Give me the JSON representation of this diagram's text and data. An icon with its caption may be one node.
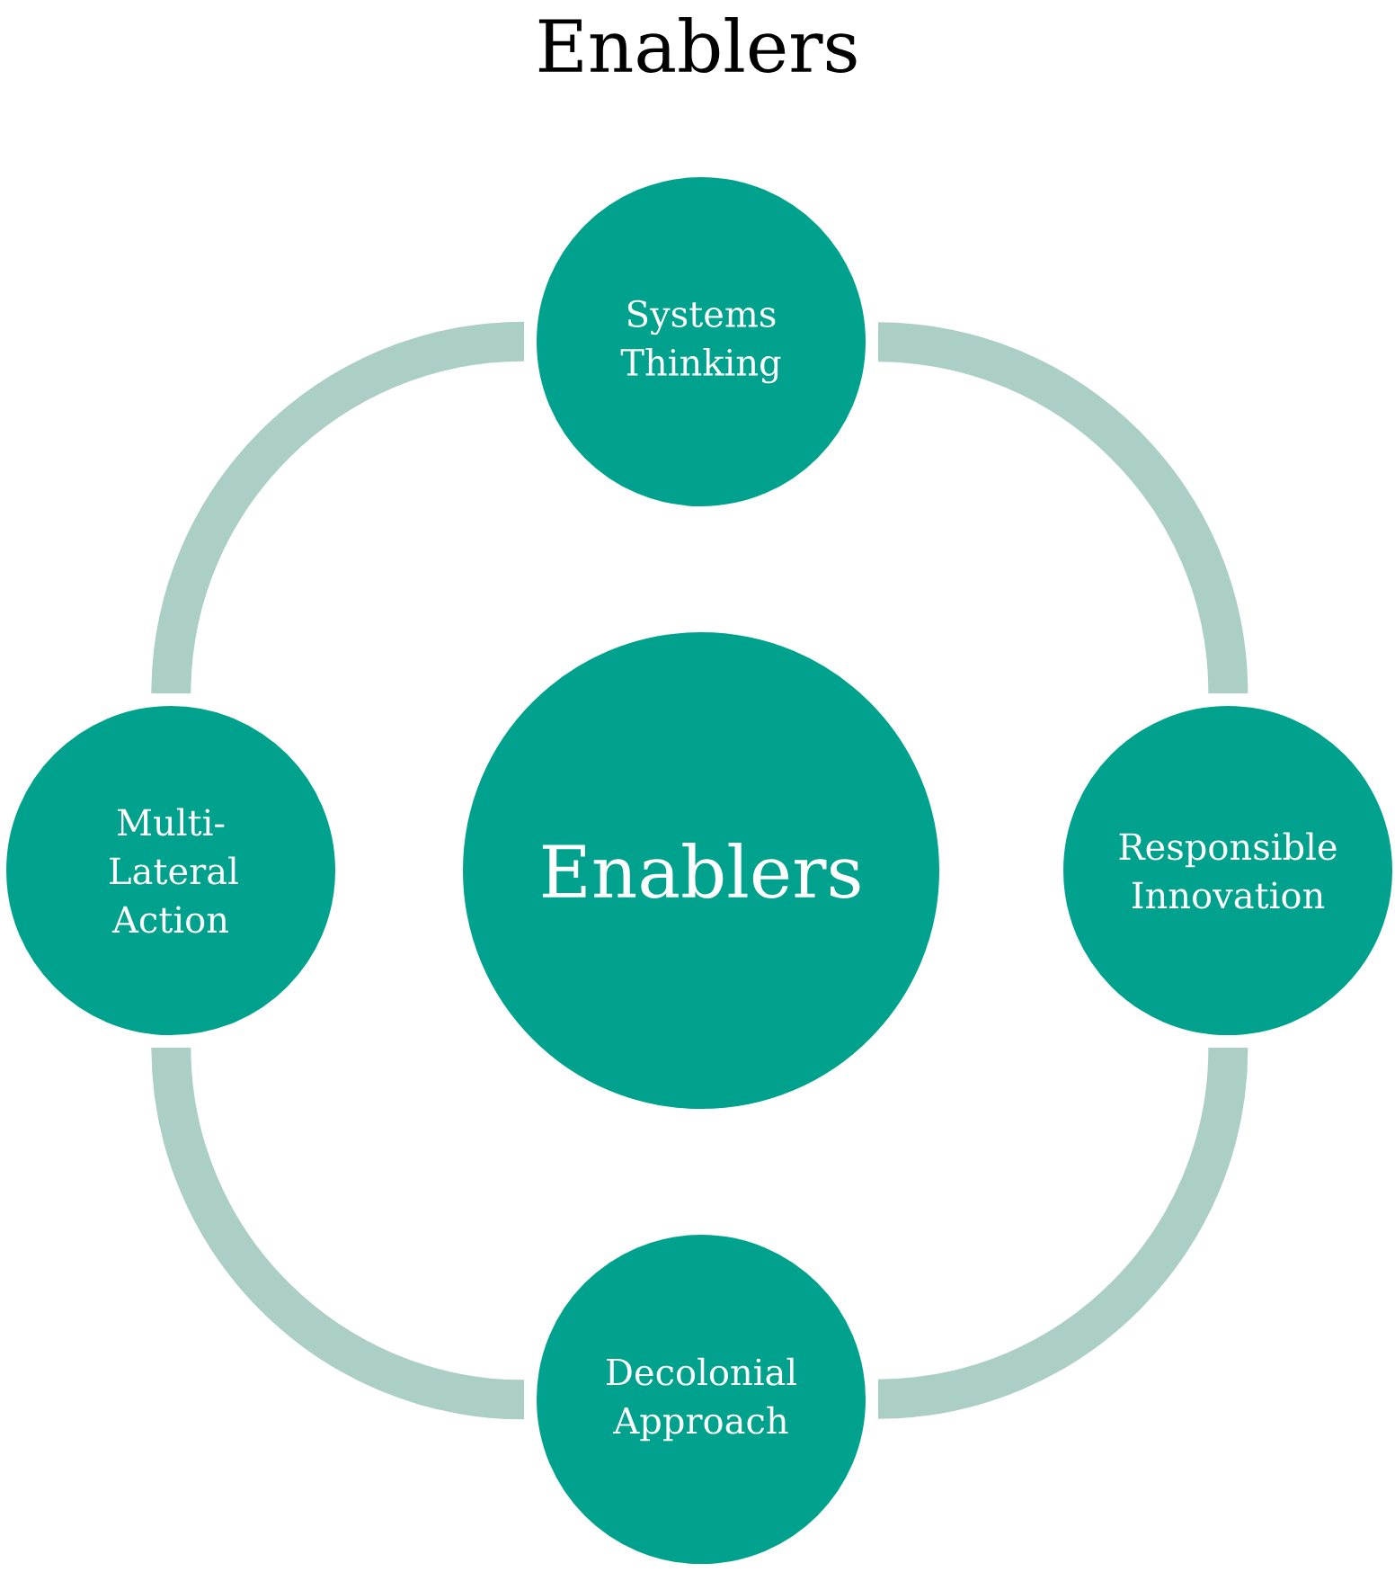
{
  "diagram": {
    "title": "Enablers",
    "nodes": [
      {
        "text": [
          "Systems Thinking"
        ]
      },
      {
        "text": [
          "Multi-Lateral Action"
        ]
      },
      {
        "text": [
          "Enablers"
        ]
      },
      {
        "text": [
          "Responsible Innovation"
        ]
      },
      {
        "text": [
          "Decolonial Approach"
        ]
      }
    ],
    "edges": [
      {
        "from": 0,
        "to": 3,
        "arrow": "none"
      },
      {
        "from": 3,
        "to": 4,
        "arrow": "none"
      },
      {
        "from": 4,
        "to": 1,
        "arrow": "none"
      },
      {
        "from": 1,
        "to": 0,
        "arrow": "none"
      }
    ]
  }
}
